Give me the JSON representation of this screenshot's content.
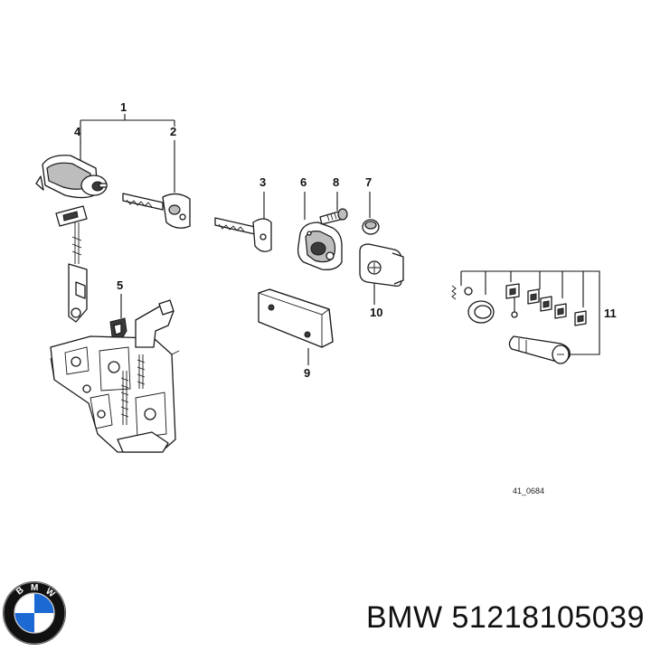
{
  "diagram": {
    "callouts": [
      "1",
      "2",
      "3",
      "4",
      "5",
      "6",
      "7",
      "8",
      "9",
      "10",
      "11"
    ],
    "reference_code": "41_0684"
  },
  "footer": {
    "brand": "BMW",
    "part_number": "51218105039",
    "logo_icon": "bmw-roundel-icon",
    "logo_colors": {
      "blue": "#1c69d4",
      "ring": "#111111",
      "white": "#ffffff"
    }
  }
}
